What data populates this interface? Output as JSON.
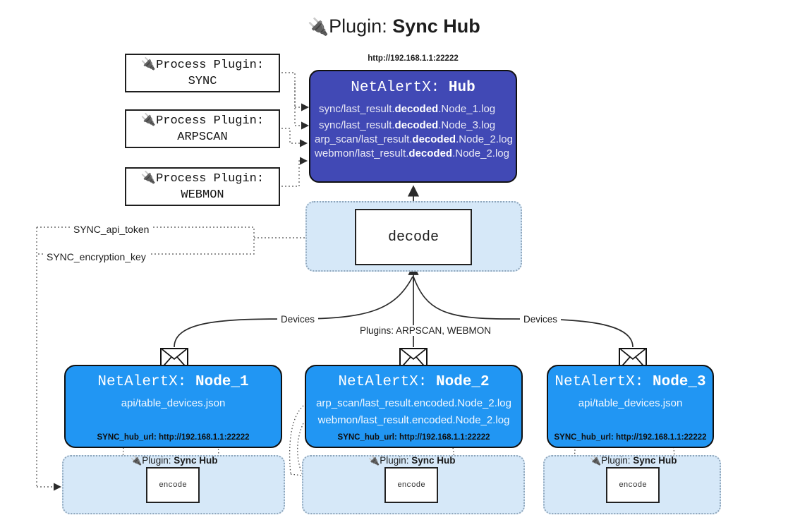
{
  "title": {
    "icon": "electric-plug-icon",
    "prefix": "Plugin:",
    "name": "Sync Hub"
  },
  "process_plugins": [
    {
      "icon": "electric-plug-icon",
      "label": "Process Plugin:",
      "plugin": "SYNC"
    },
    {
      "icon": "electric-plug-icon",
      "label": "Process Plugin:",
      "plugin": "ARPSCAN"
    },
    {
      "icon": "electric-plug-icon",
      "label": "Process Plugin:",
      "plugin": "WEBMON"
    }
  ],
  "hub": {
    "url": "http://192.168.1.1:22222",
    "title_prefix": "NetAlertX:",
    "title_name": "Hub",
    "fill": "#4149b5",
    "logs": [
      {
        "pre": "sync/last_result.",
        "em": "decoded",
        "post": ".Node_1.log"
      },
      {
        "pre": "sync/last_result.",
        "em": "decoded",
        "post": ".Node_3.log"
      },
      {
        "pre": "arp_scan/last_result.",
        "em": "decoded",
        "post": ".Node_2.log"
      },
      {
        "pre": "webmon/last_result.",
        "em": "decoded",
        "post": ".Node_2.log"
      }
    ]
  },
  "decode": {
    "label": "decode",
    "container_fill": "#d6e8f8"
  },
  "tokens": [
    {
      "label": "SYNC_api_token"
    },
    {
      "label": "SYNC_encryption_key"
    }
  ],
  "edge_labels": {
    "devices_left": "Devices",
    "devices_right": "Devices",
    "plugins": "Plugins: ARPSCAN, WEBMON"
  },
  "nodes": [
    {
      "title_prefix": "NetAlertX:",
      "title_name": "Node_1",
      "lines": [
        "api/table_devices.json"
      ],
      "footer": "SYNC_hub_url: http://192.168.1.1:22222",
      "fill": "#2196f3",
      "envelope_icon": "envelope-icon"
    },
    {
      "title_prefix": "NetAlertX:",
      "title_name": "Node_2",
      "lines": [
        "arp_scan/last_result.encoded.Node_2.log",
        "webmon/last_result.encoded.Node_2.log"
      ],
      "footer": "SYNC_hub_url: http://192.168.1.1:22222",
      "fill": "#2196f3",
      "envelope_icon": "envelope-icon"
    },
    {
      "title_prefix": "NetAlertX:",
      "title_name": "Node_3",
      "lines": [
        "api/table_devices.json"
      ],
      "footer": "SYNC_hub_url: http://192.168.1.1:22222",
      "fill": "#2196f3",
      "envelope_icon": "envelope-icon"
    }
  ],
  "encoders": [
    {
      "icon": "electric-plug-icon",
      "label_prefix": "Plugin:",
      "label_name": "Sync Hub",
      "box": "encode"
    },
    {
      "icon": "electric-plug-icon",
      "label_prefix": "Plugin:",
      "label_name": "Sync Hub",
      "box": "encode"
    },
    {
      "icon": "electric-plug-icon",
      "label_prefix": "Plugin:",
      "label_name": "Sync Hub",
      "box": "encode"
    }
  ]
}
